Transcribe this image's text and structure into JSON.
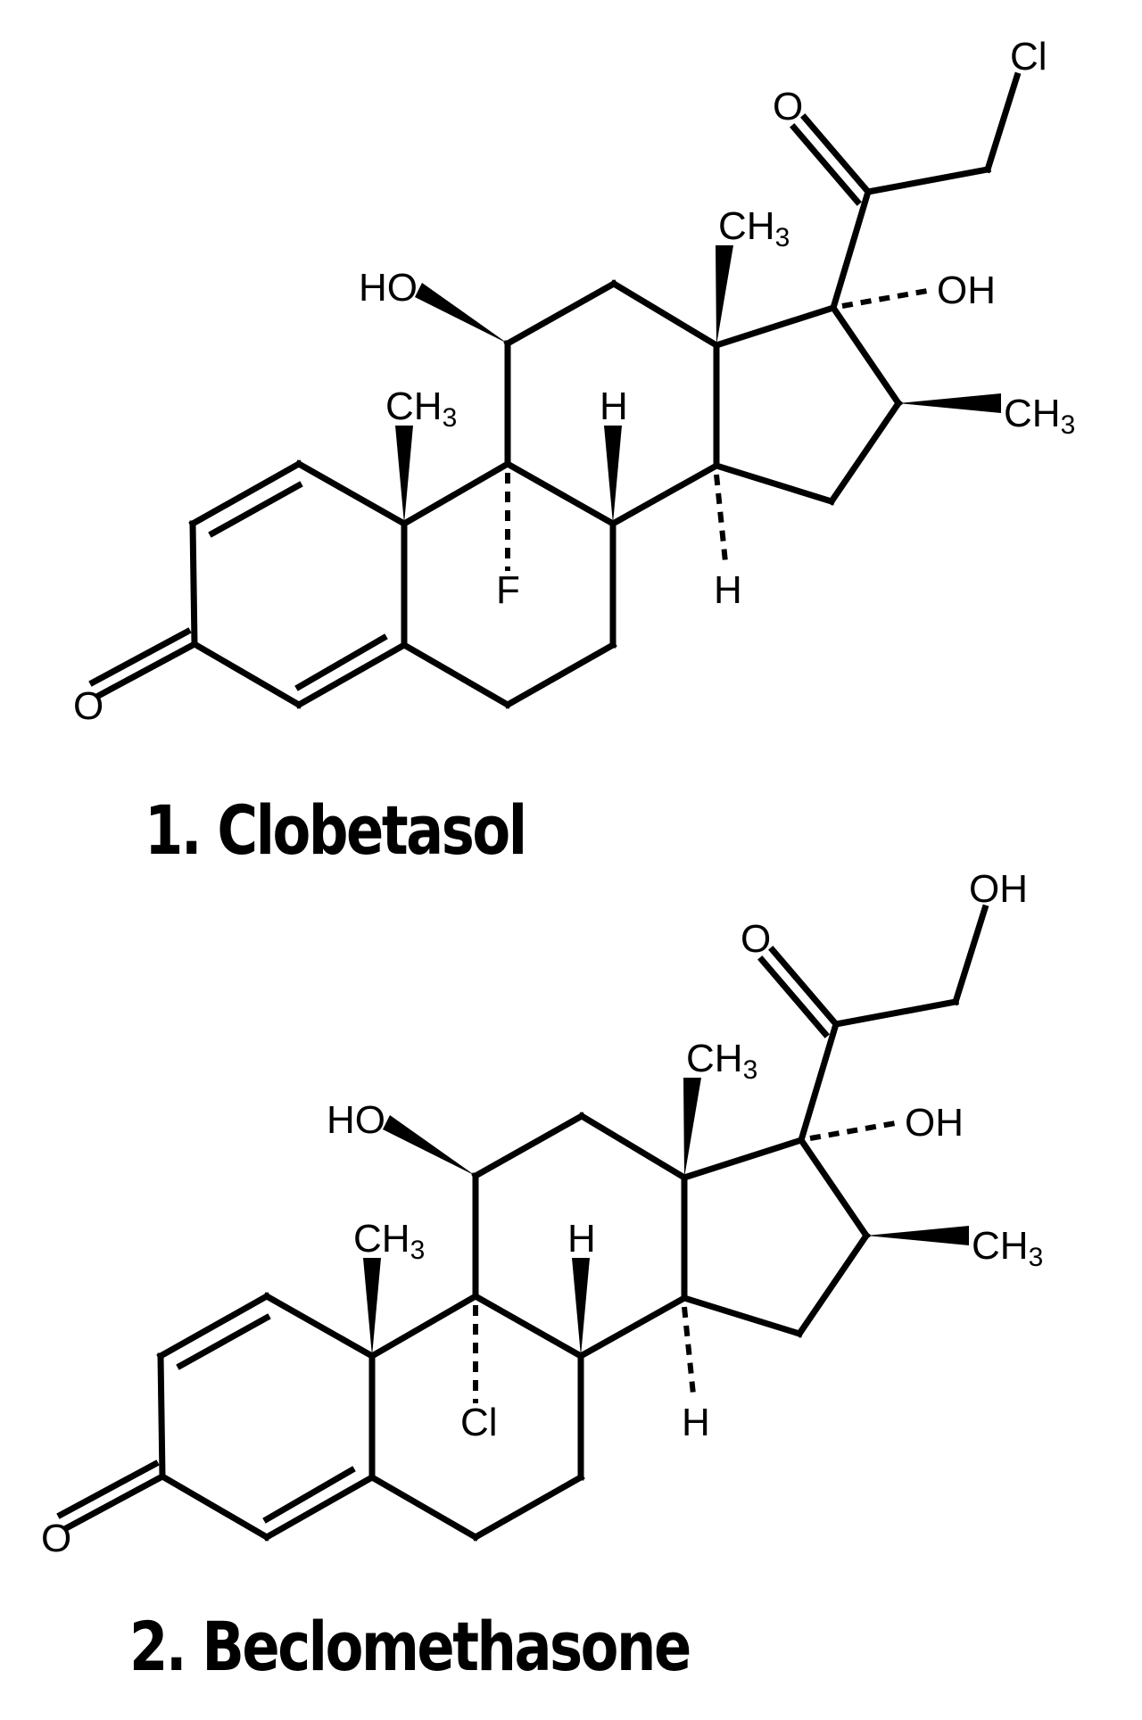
{
  "figure": {
    "compounds": [
      {
        "index": "1.",
        "name": "Clobetasol",
        "caption": "1. Clobetasol",
        "substituent_9": "F",
        "side_chain_terminal": "Cl",
        "labels": {
          "ho_11": "HO",
          "ch3_10": "CH",
          "ch3_13": "CH",
          "ch3_16": "CH",
          "sub3": "3",
          "h8": "H",
          "h14": "H",
          "oh17": "OH",
          "o3": "O",
          "o20": "O",
          "x9": "F",
          "x21": "Cl"
        }
      },
      {
        "index": "2.",
        "name": "Beclomethasone",
        "caption": "2. Beclomethasone",
        "substituent_9": "Cl",
        "side_chain_terminal": "OH",
        "labels": {
          "ho_11": "HO",
          "ch3_10": "CH",
          "ch3_13": "CH",
          "ch3_16": "CH",
          "sub3": "3",
          "h8": "H",
          "h14": "H",
          "oh17": "OH",
          "o3": "O",
          "o20": "O",
          "x9": "Cl",
          "x21": "OH"
        }
      }
    ]
  }
}
